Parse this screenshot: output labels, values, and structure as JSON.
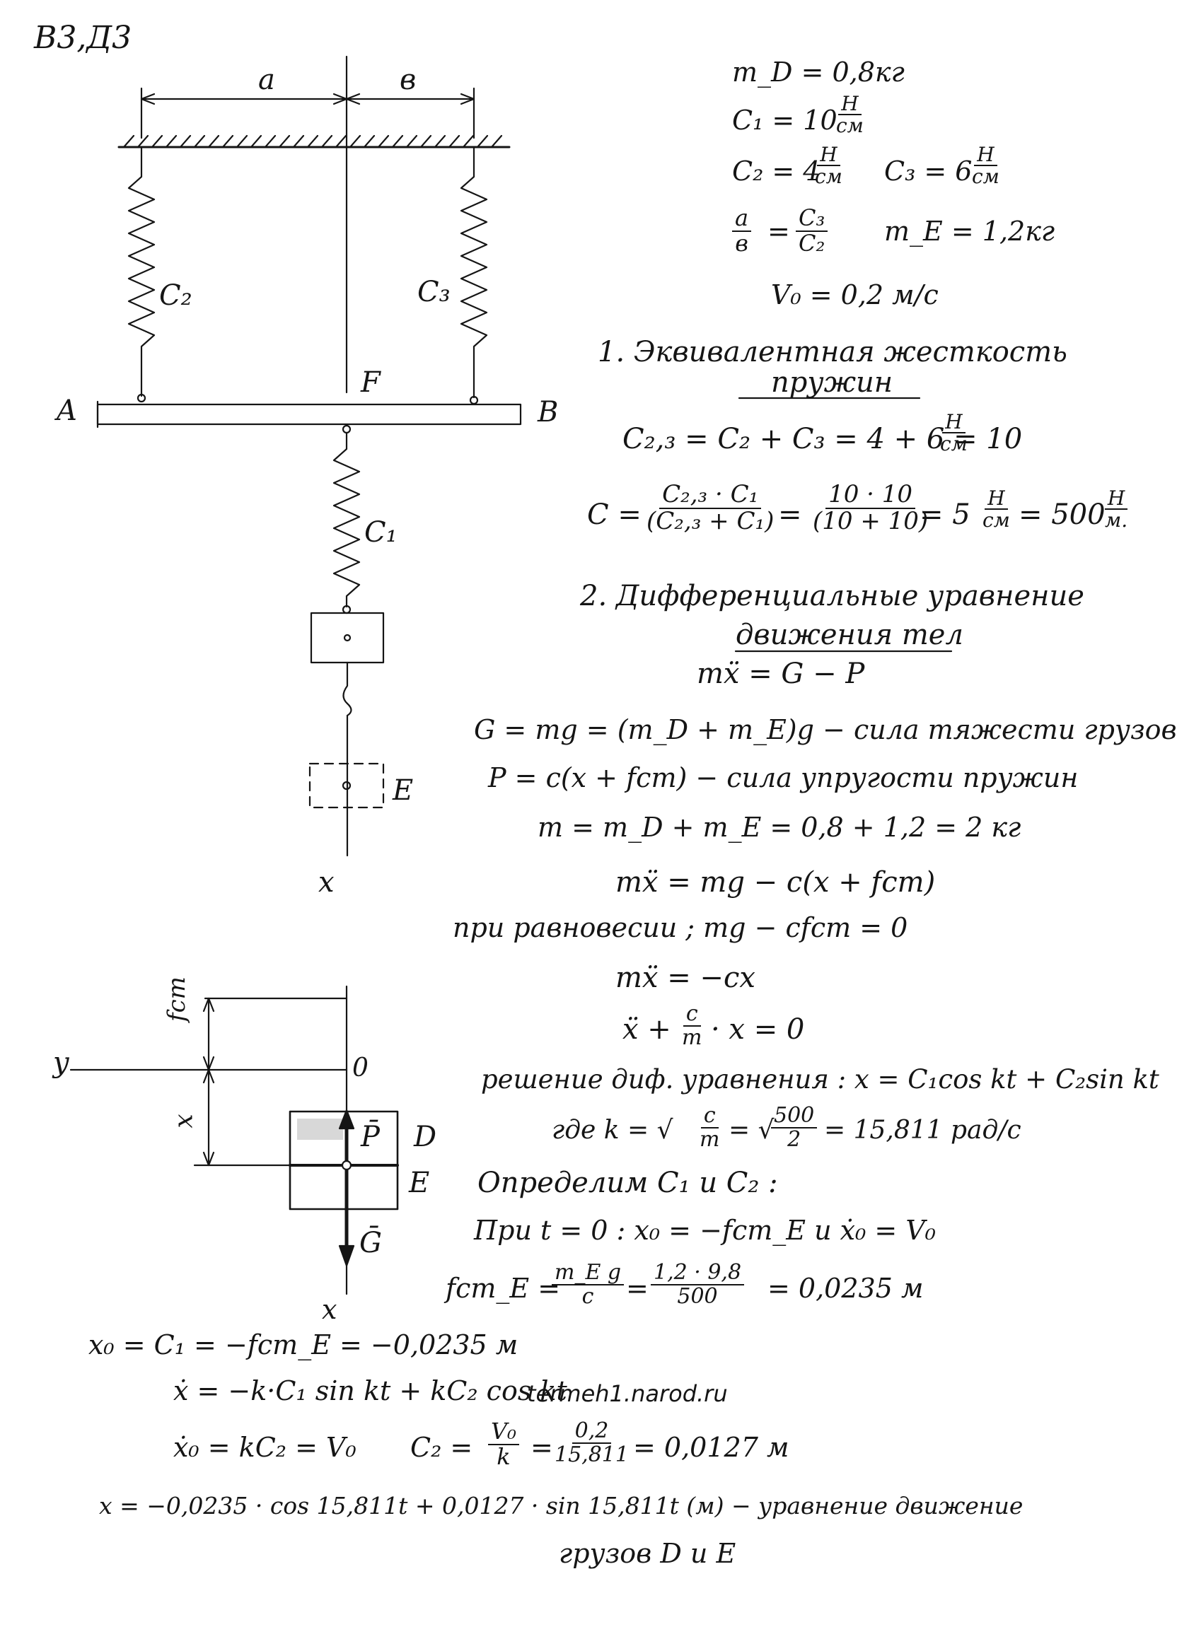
{
  "header": {
    "label": "B3,Д3"
  },
  "diagram_top": {
    "dim_a": "a",
    "dim_b": "в",
    "spring_c2": "C₂",
    "spring_c3": "C₃",
    "spring_c1": "C₁",
    "point_a": "A",
    "point_b": "B",
    "point_f": "F",
    "mass_e": "E",
    "axis_x": "x"
  },
  "diagram_bottom": {
    "axis_y": "y",
    "origin": "0",
    "label_fst": "fcm",
    "label_x": "x",
    "label_p": "P̄",
    "label_g": "Ḡ",
    "label_d": "D",
    "label_e": "E",
    "axis_x": "x"
  },
  "given": {
    "md": "m_D = 0,8кг",
    "c1_lhs": "C₁ = 10",
    "c1_num": "H",
    "c1_den": "см",
    "c2_lhs": "C₂ = 4",
    "c2_num": "H",
    "c2_den": "см",
    "c3_lhs": "C₃ = 6",
    "c3_num": "H",
    "c3_den": "см",
    "ratio_ab_num": "a",
    "ratio_ab_den": "в",
    "ratio_eq": "=",
    "ratio_c_num": "C₃",
    "ratio_c_den": "C₂",
    "me": "m_E = 1,2кг",
    "v0": "V₀ = 0,2 м/с"
  },
  "section1": {
    "title_line1": "1. Эквивалентная жесткость",
    "title_line2": "пружин",
    "c23_lhs": "C₂,₃ = C₂ + C₃ = 4 + 6 = 10",
    "c23_num": "H",
    "c23_den": "см",
    "c_lhs": "C =",
    "c_frac1_num": "C₂,₃ · C₁",
    "c_frac1_den": "(C₂,₃ + C₁)",
    "c_eq1": "=",
    "c_frac2_num": "10 · 10",
    "c_frac2_den": "(10 + 10)",
    "c_eq2": "= 5",
    "c_unit1_num": "H",
    "c_unit1_den": "см",
    "c_eq3": "= 500",
    "c_unit2_num": "H",
    "c_unit2_den": "м."
  },
  "section2": {
    "title_line1": "2. Дифференциальные уравнение",
    "title_line2": "движения тел",
    "eq_main": "mẍ = G − P",
    "g_def": "G = mg = (m_D + m_E)g  − сила тяжести грузов",
    "p_def": "P = c(x + fcm)  − сила упругости пружин",
    "m_def": "m = m_D + m_E = 0,8 + 1,2 = 2 кг",
    "eq2": "mẍ = mg − c(x + fcm)",
    "equilibrium": "при равновесии ;   mg − cfcm = 0",
    "eq3": "mẍ = −cx",
    "eq4_lhs": "ẍ +",
    "eq4_frac_num": "c",
    "eq4_frac_den": "m",
    "eq4_rhs": "· x = 0",
    "solution": "решение диф. уравнения : x = C₁cos kt + C₂sin kt",
    "k_lhs": "где  k = √",
    "k_frac1_num": "c",
    "k_frac1_den": "m",
    "k_mid": "= √",
    "k_frac2_num": "500",
    "k_frac2_den": "2",
    "k_rhs": "= 15,811 рад/с",
    "find_c": "Определим C₁ и C₂ :",
    "init_cond": "При t = 0 :   x₀ = −fcm_E    и    ẋ₀ = V₀",
    "fcme_lhs": "fcm_E =",
    "fcme_frac1_num": "m_E g",
    "fcme_frac1_den": "c",
    "fcme_eq": "=",
    "fcme_frac2_num": "1,2 · 9,8",
    "fcme_frac2_den": "500",
    "fcme_rhs": "= 0,0235 м"
  },
  "final": {
    "x0_line": "x₀ = C₁ = −fcm_E = −0,0235 м",
    "xdot_line": "ẋ = −k·C₁ sin kt + kC₂ cos kt",
    "watermark": "termeh1.narod.ru",
    "xdot0_line": "ẋ₀ = kC₂ = V₀",
    "c2_lhs": "C₂ =",
    "c2_frac1_num": "V₀",
    "c2_frac1_den": "k",
    "c2_eq": "=",
    "c2_frac2_num": "0,2",
    "c2_frac2_den": "15,811",
    "c2_rhs": "= 0,0127 м",
    "motion_eq": "x = −0,0235 · cos 15,811t + 0,0127 · sin 15,811t (м)  − уравнение движение",
    "motion_eq2": "грузов D и E"
  }
}
